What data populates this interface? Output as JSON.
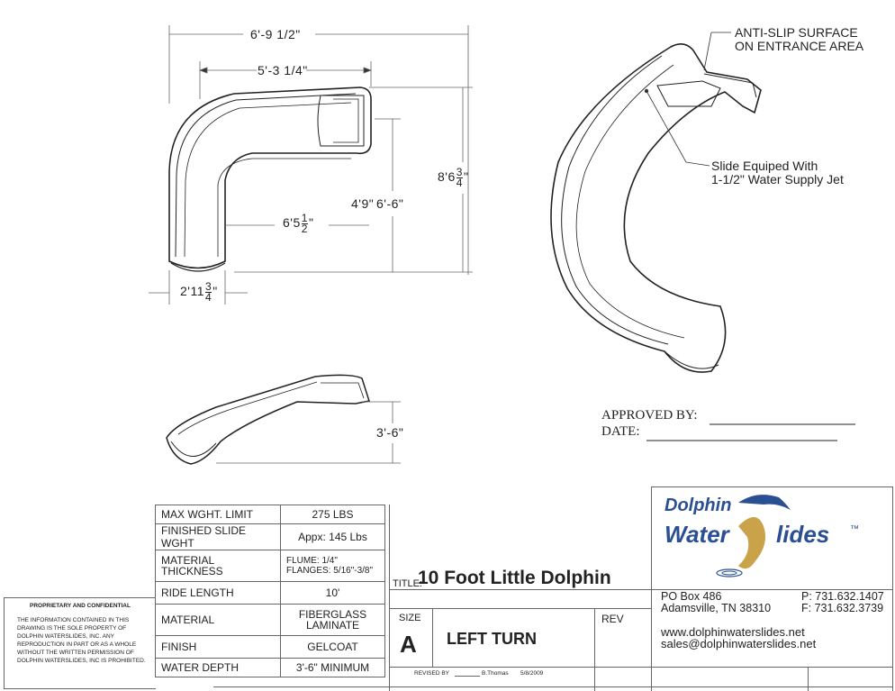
{
  "dimensions": {
    "overall_width": "6'-9 1/2\"",
    "inner_width": "5'-3 1/4\"",
    "total_height_main": "8'6",
    "total_height_frac_num": "3",
    "total_height_frac_den": "4",
    "total_height_suffix": "\"",
    "mid_height_a": "4'9\"",
    "mid_height_b": "6'-6\"",
    "lower_width_main": "6'5",
    "lower_width_frac_num": "1",
    "lower_width_frac_den": "2",
    "lower_width_suffix": "\"",
    "exit_width_main": "2'11",
    "exit_width_frac_num": "3",
    "exit_width_frac_den": "4",
    "exit_width_suffix": "\"",
    "side_height": "3'-6\""
  },
  "callouts": {
    "anti_slip_line1": "ANTI-SLIP SURFACE",
    "anti_slip_line2": "ON ENTRANCE AREA",
    "water_jet_line1": "Slide Equiped With",
    "water_jet_line2": "1-1/2\" Water Supply Jet"
  },
  "approval": {
    "approved_by": "APPROVED BY:",
    "date": "DATE:"
  },
  "specs": [
    {
      "label": "MAX WGHT. LIMIT",
      "value": "275 LBS"
    },
    {
      "label": "FINISHED SLIDE WGHT",
      "value": "Appx:   145 Lbs"
    },
    {
      "label": "MATERIAL THICKNESS",
      "value": "FLUME:  1/4\"  FLANGES: 5/16\"-3/8\""
    },
    {
      "label": "RIDE LENGTH",
      "value": "10'"
    },
    {
      "label": "MATERIAL",
      "value": "FIBERGLASS LAMINATE"
    },
    {
      "label": "FINISH",
      "value": "GELCOAT"
    },
    {
      "label": "WATER DEPTH",
      "value": "3'-6\" MINIMUM"
    }
  ],
  "proprietary": {
    "heading": "PROPRIETARY AND CONFIDENTIAL",
    "body": "THE INFORMATION CONTAINED IN THIS DRAWING IS THE SOLE PROPERTY OF DOLPHIN WATERSLIDES, INC.  ANY REPRODUCTION IN PART OR AS A WHOLE WITHOUT THE WRITTEN PERMISSION OF DOLPHIN WATERSLIDES, INC IS PROHIBITED."
  },
  "title_block": {
    "title_label": "TITLE:",
    "title": "10 Foot Little Dolphin",
    "size_label": "SIZE",
    "size": "A",
    "description": "LEFT TURN",
    "rev_label": "REV",
    "revised_by_label": "REVISED BY",
    "revised_by": "B.Thomas",
    "revised_date": "5/8/2009"
  },
  "company": {
    "logo_word1": "Dolphin",
    "logo_word2a": "Water",
    "logo_word2b": "lides",
    "logo_tm": "™",
    "address1": "PO Box 486",
    "address2": "Adamsville, TN 38310",
    "phone": "P: 731.632.1407",
    "fax": "F: 731.632.3739",
    "website": "www.dolphinwaterslides.net",
    "email": "sales@dolphinwaterslides.net"
  },
  "colors": {
    "logo_blue": "#2a4f93",
    "logo_gold": "#c9a24a"
  }
}
